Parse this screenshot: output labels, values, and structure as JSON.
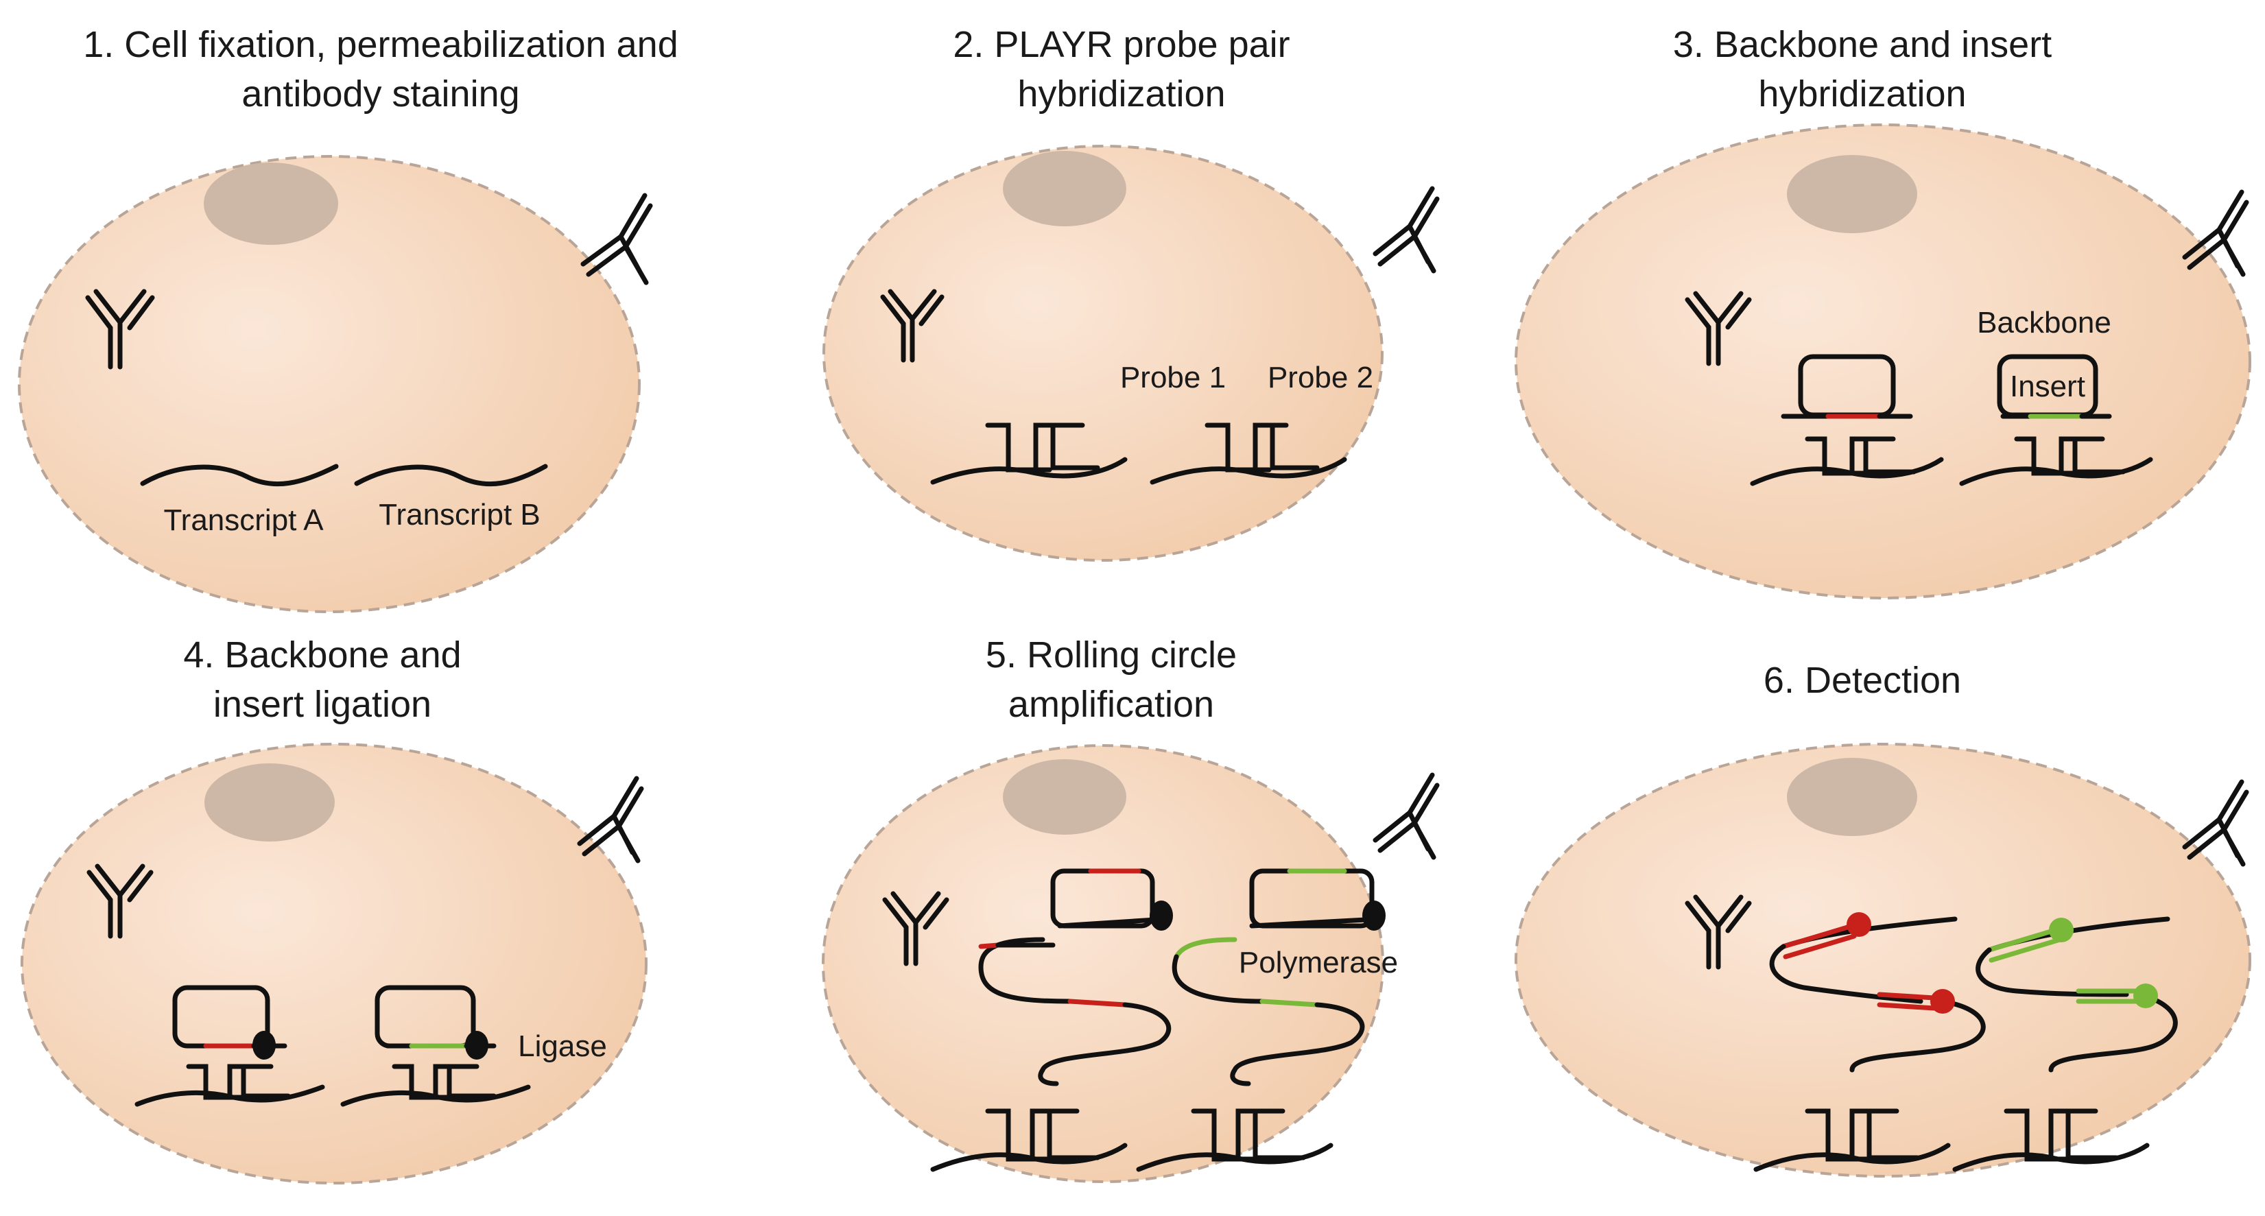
{
  "colors": {
    "cell_fill_center": "#fbe7d8",
    "cell_fill_edge": "#f1caa8",
    "cell_border": "#b9a597",
    "nucleus": "#cdb8a7",
    "nucleus_edge": "#a3907f",
    "line": "#111111",
    "red": "#c8211c",
    "green": "#7ab83a"
  },
  "panels": [
    {
      "id": "1",
      "title_lines": [
        "1. Cell fixation, permeabilization and",
        "antibody staining"
      ],
      "labels": {
        "transcript_a": "Transcript A",
        "transcript_b": "Transcript B"
      }
    },
    {
      "id": "2",
      "title_lines": [
        "2. PLAYR probe pair",
        "hybridization"
      ],
      "labels": {
        "probe_1": "Probe 1",
        "probe_2": "Probe 2"
      }
    },
    {
      "id": "3",
      "title_lines": [
        "3. Backbone and insert",
        "hybridization"
      ],
      "labels": {
        "backbone": "Backbone",
        "insert": "Insert"
      }
    },
    {
      "id": "4",
      "title_lines": [
        "4. Backbone and",
        "insert ligation"
      ],
      "labels": {
        "ligase": "Ligase"
      }
    },
    {
      "id": "5",
      "title_lines": [
        "5. Rolling circle",
        "amplification"
      ],
      "labels": {
        "polymerase": "Polymerase"
      }
    },
    {
      "id": "6",
      "title_lines": [
        "6. Detection"
      ],
      "labels": {}
    }
  ]
}
